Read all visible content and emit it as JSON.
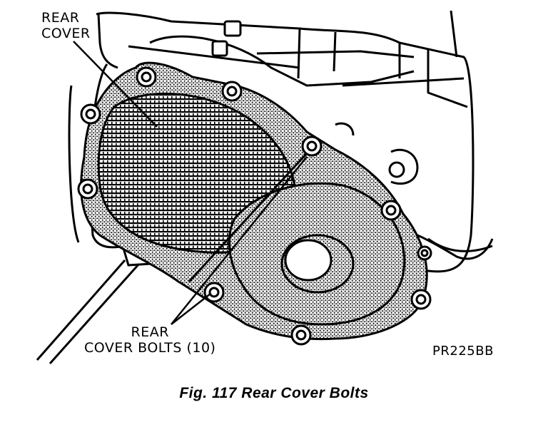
{
  "labels": {
    "rear_cover_line1": "REAR",
    "rear_cover_line2": "COVER",
    "bolts_line1": "REAR",
    "bolts_line2": "COVER BOLTS (10)",
    "figure_code": "PR225BB"
  },
  "caption": "Fig. 117 Rear Cover Bolts"
}
